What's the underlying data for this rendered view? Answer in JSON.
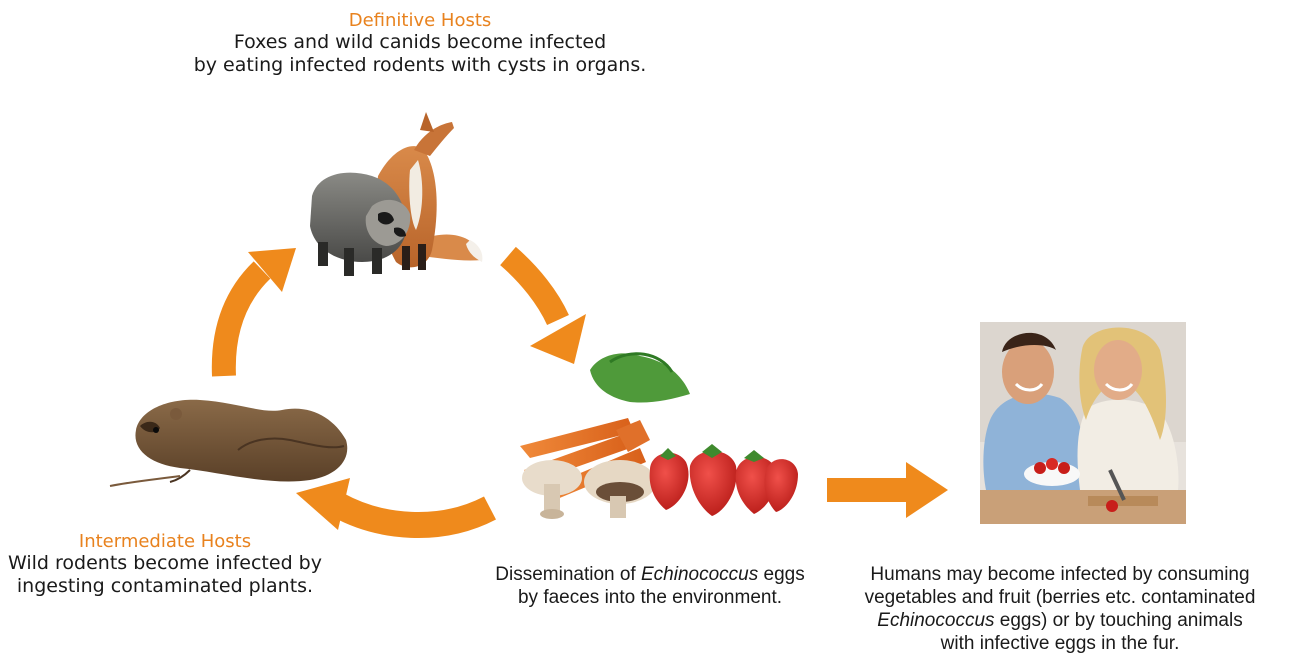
{
  "definitive": {
    "heading": "Definitive Hosts",
    "line1": "Foxes and wild canids become infected",
    "line2": "by eating infected rodents with cysts in organs."
  },
  "intermediate": {
    "heading": "Intermediate Hosts",
    "line1": "Wild rodents become infected by",
    "line2": "ingesting contaminated plants."
  },
  "dissemination": {
    "prefix": "Dissemination of ",
    "genus": "Echinococcus",
    "suffix": " eggs",
    "line2": "by faeces into the environment."
  },
  "humans": {
    "line1": "Humans may become infected by consuming",
    "line2": "vegetables and fruit (berries etc. contaminated",
    "line3_genus": "Echinococcus",
    "line3_rest": " eggs) or by touching animals",
    "line4": "with infective eggs in the fur."
  },
  "colors": {
    "accent": "#e8821e",
    "arrow": "#ef8a1c",
    "text": "#1a1a1a"
  },
  "illustrations": [
    "fox-and-raccoon-dog",
    "vole",
    "vegetables-and-fruit",
    "people-preparing-food"
  ]
}
